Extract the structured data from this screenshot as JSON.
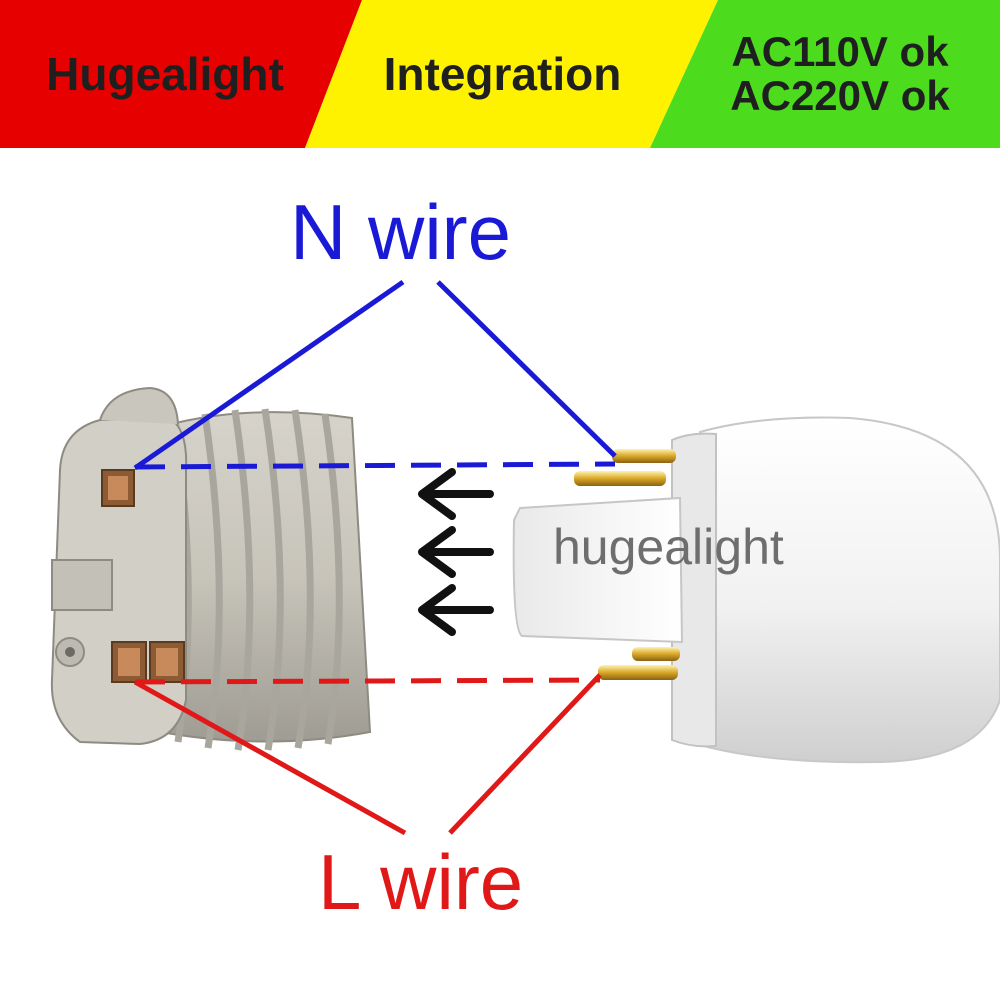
{
  "banner": {
    "brand": "Hugealight",
    "feature": "Integration",
    "voltage_line1": "AC110V ok",
    "voltage_line2": "AC220V ok",
    "colors": {
      "red": "#e60000",
      "yellow": "#fff200",
      "green": "#4cdb1d"
    }
  },
  "diagram": {
    "n_wire_label": "N wire",
    "l_wire_label": "L wire",
    "watermark": "hugealight",
    "colors": {
      "n_wire": "#1a1ad6",
      "l_wire": "#e01818",
      "arrows": "#111111"
    },
    "icons": [
      "g24-socket-icon",
      "g24-plug-adapter-icon",
      "arrow-left-icon"
    ]
  }
}
